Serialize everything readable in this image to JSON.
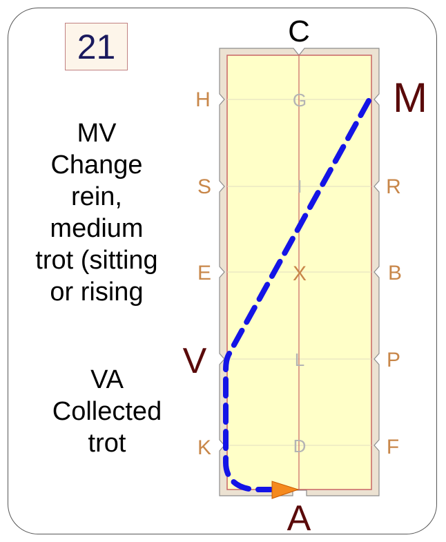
{
  "test_number": "21",
  "movements": [
    {
      "lines": [
        "MV",
        "Change",
        "rein,",
        "medium",
        "trot (sitting",
        "or rising"
      ]
    },
    {
      "lines": [
        "VA",
        "Collected",
        "trot"
      ]
    }
  ],
  "arena": {
    "letters_left": [
      "H",
      "S",
      "E",
      "V",
      "K"
    ],
    "letters_right": [
      "M",
      "R",
      "B",
      "P",
      "F"
    ],
    "letters_center": [
      "G",
      "I",
      "X",
      "L",
      "D"
    ],
    "letter_top": "C",
    "letter_bottom": "A",
    "highlight_letters": [
      "M",
      "V",
      "A"
    ],
    "colors": {
      "arena_fill": "#ffffc8",
      "arena_border": "#c86464",
      "surround_fill": "#ece2d2",
      "letter_normal": "#c8874a",
      "letter_highlight": "#5a0a0a",
      "letter_center": "#b4b4b4",
      "letter_x": "#c8874a",
      "path": "#1414e6",
      "arrow": "#f58a1e"
    }
  }
}
